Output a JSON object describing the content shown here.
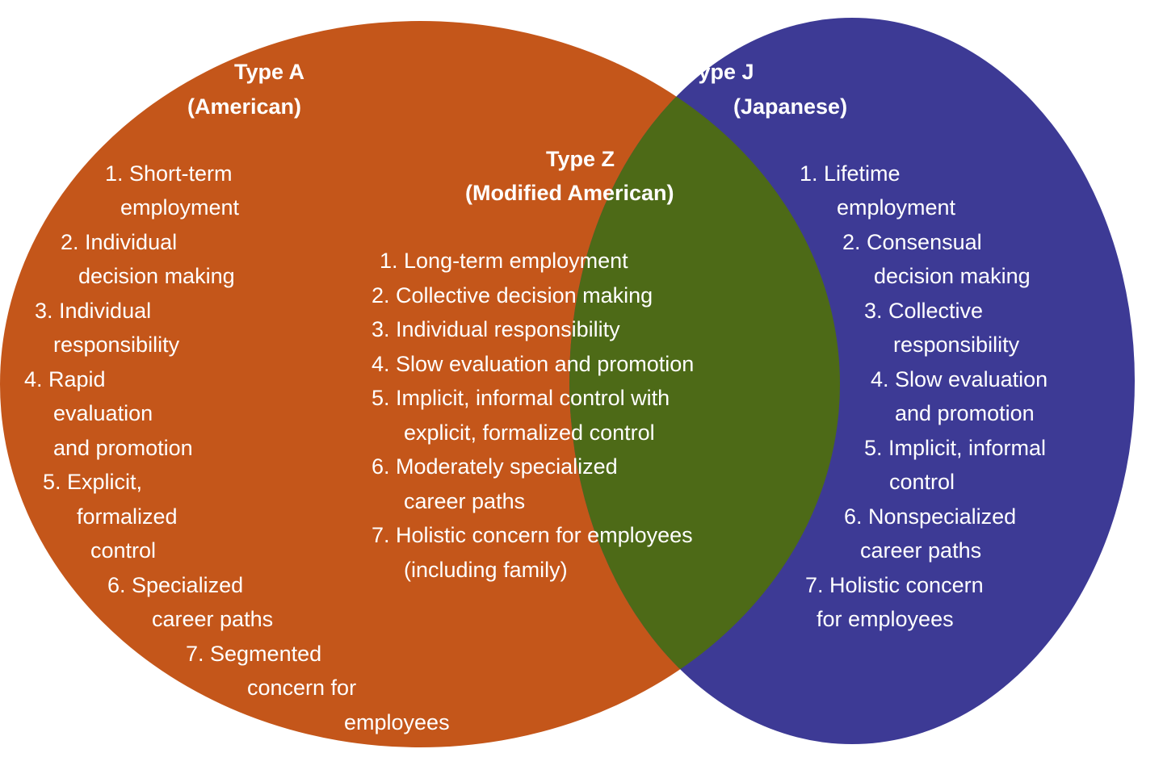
{
  "colors": {
    "american": "#c4561a",
    "japanese": "#3d3a95",
    "modified": "#4d6a17",
    "text": "#ffffff"
  },
  "type_a": {
    "title": "Type A",
    "subtitle": "(American)",
    "items": [
      "1. Short-term",
      "employment",
      "2. Individual",
      "decision making",
      "3. Individual",
      "responsibility",
      "4. Rapid",
      "evaluation",
      "and promotion",
      "5. Explicit,",
      "formalized",
      "control",
      "6. Specialized",
      "career paths",
      "7. Segmented",
      "concern for",
      "employees"
    ]
  },
  "type_z": {
    "title": "Type Z",
    "subtitle": "(Modified American)",
    "items": [
      "1. Long-term employment",
      "2. Collective decision making",
      "3. Individual responsibility",
      "4. Slow evaluation and promotion",
      "5. Implicit, informal control with",
      "explicit, formalized control",
      "6. Moderately specialized",
      "career paths",
      "7. Holistic concern for employees",
      "(including family)"
    ]
  },
  "type_j": {
    "title": "Type J",
    "subtitle": "(Japanese)",
    "items": [
      "1. Lifetime",
      "employment",
      "2. Consensual",
      "decision making",
      "3. Collective",
      "responsibility",
      "4. Slow evaluation",
      "and promotion",
      "5. Implicit, informal",
      "control",
      "6. Nonspecialized",
      "career paths",
      "7. Holistic concern",
      "for employees"
    ]
  }
}
